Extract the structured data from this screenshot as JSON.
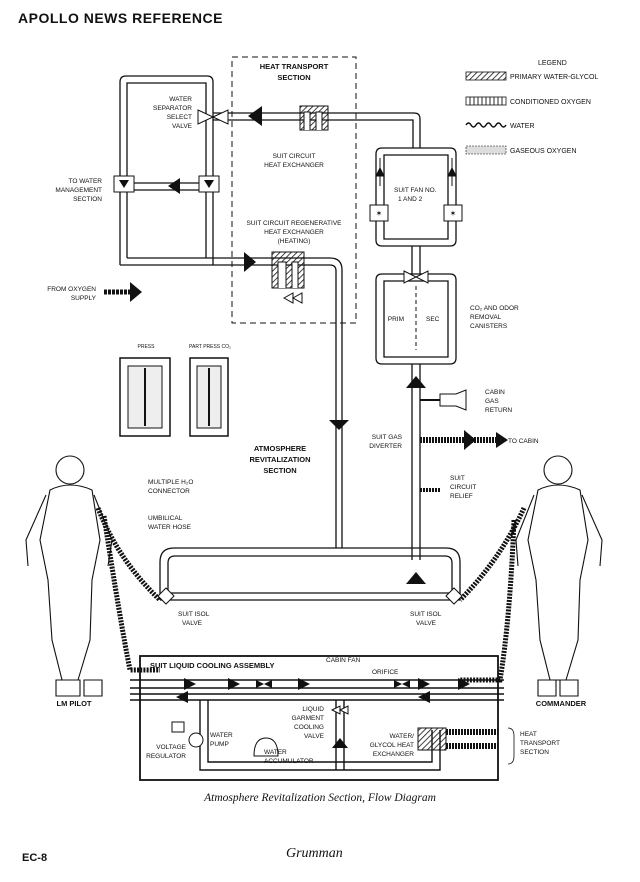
{
  "header": "APOLLO NEWS REFERENCE",
  "legend": {
    "title": "LEGEND",
    "items": [
      "PRIMARY WATER-GLYCOL",
      "CONDITIONED OXYGEN",
      "WATER",
      "GASEOUS OXYGEN"
    ]
  },
  "heat_transport": {
    "line1": "HEAT TRANSPORT",
    "line2": "SECTION"
  },
  "water_separator": [
    "WATER",
    "SEPARATOR",
    "SELECT",
    "VALVE"
  ],
  "suit_circuit_hx": [
    "SUIT CIRCUIT",
    "HEAT EXCHANGER"
  ],
  "regen_hx": [
    "SUIT CIRCUIT REGENERATIVE",
    "HEAT EXCHANGER",
    "(HEATING)"
  ],
  "to_water_mgmt": [
    "TO WATER",
    "MANAGEMENT",
    "SECTION"
  ],
  "from_oxygen": [
    "FROM OXYGEN",
    "SUPPLY"
  ],
  "suit_fan": [
    "SUIT FAN NO.",
    "1 AND 2"
  ],
  "canister": {
    "prim": "PRIM",
    "sec": "SEC",
    "label": [
      "CO₂ AND ODOR",
      "REMOVAL",
      "CANISTERS"
    ]
  },
  "gauges": {
    "left": "PRESS",
    "right": "PART PRESS CO₂"
  },
  "cabin_gas_return": [
    "CABIN",
    "GAS",
    "RETURN"
  ],
  "suit_gas_diverter": [
    "SUIT GAS",
    "DIVERTER"
  ],
  "to_cabin": "TO CABIN",
  "suit_circuit_relief": [
    "SUIT",
    "CIRCUIT",
    "RELIEF"
  ],
  "atmosphere_section": [
    "ATMOSPHERE",
    "REVITALIZATION",
    "SECTION"
  ],
  "multiple_h2o": [
    "MULTIPLE H₂O",
    "CONNECTOR"
  ],
  "umbilical": [
    "UMBILICAL",
    "WATER HOSE"
  ],
  "suit_isol_left": [
    "SUIT ISOL",
    "VALVE"
  ],
  "suit_isol_right": [
    "SUIT ISOL",
    "VALVE"
  ],
  "lm_pilot": "LM PILOT",
  "commander": "COMMANDER",
  "cooling_assembly": "SUIT LIQUID COOLING ASSEMBLY",
  "cabin_fan": "CABIN FAN",
  "orifice": "ORIFICE",
  "lcg_valve": [
    "LIQUID",
    "GARMENT",
    "COOLING",
    "VALVE"
  ],
  "water_pump": [
    "WATER",
    "PUMP"
  ],
  "voltage_regulator": [
    "VOLTAGE",
    "REGULATOR"
  ],
  "water_accumulator": [
    "WATER",
    "ACCUMULATOR"
  ],
  "wg_hx": [
    "WATER/",
    "GLYCOL HEAT",
    "EXCHANGER"
  ],
  "heat_transport_right": [
    "HEAT",
    "TRANSPORT",
    "SECTION"
  ],
  "caption": "Atmosphere Revitalization Section, Flow Diagram",
  "page_number": "EC-8",
  "signature": "Grumman"
}
